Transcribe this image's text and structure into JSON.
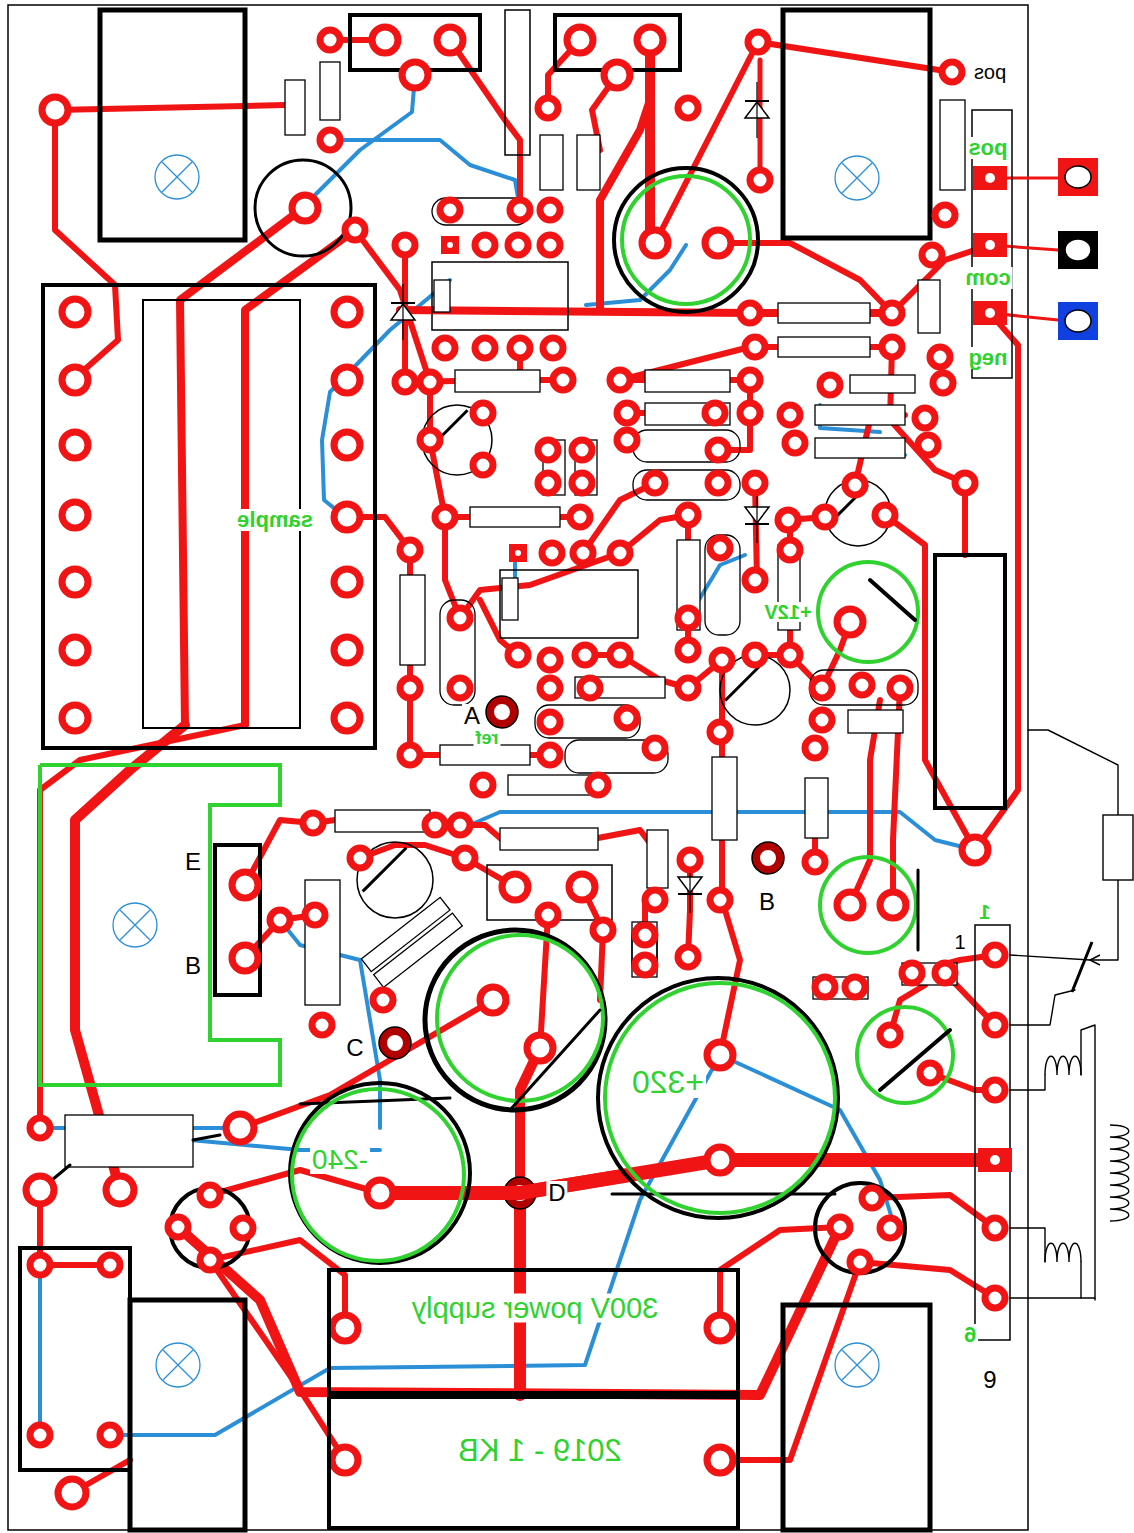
{
  "diagram": {
    "nodes": [
      {
        "text": [
          "-240"
        ]
      },
      {
        "text": [
          "+320"
        ]
      },
      {
        "text": [
          "300V power supply"
        ]
      },
      {
        "text": [
          "2019 - 1 KB"
        ]
      }
    ],
    "edges": [
      {
        "from": 0,
        "to": 1,
        "arrow": "none"
      }
    ],
    "labels": [
      "pos",
      "pos",
      "com",
      "neg",
      "sample",
      "+12V",
      "A",
      "ref",
      "E",
      "B",
      "B",
      "C",
      "D",
      "1",
      "1",
      "6",
      "9"
    ]
  }
}
